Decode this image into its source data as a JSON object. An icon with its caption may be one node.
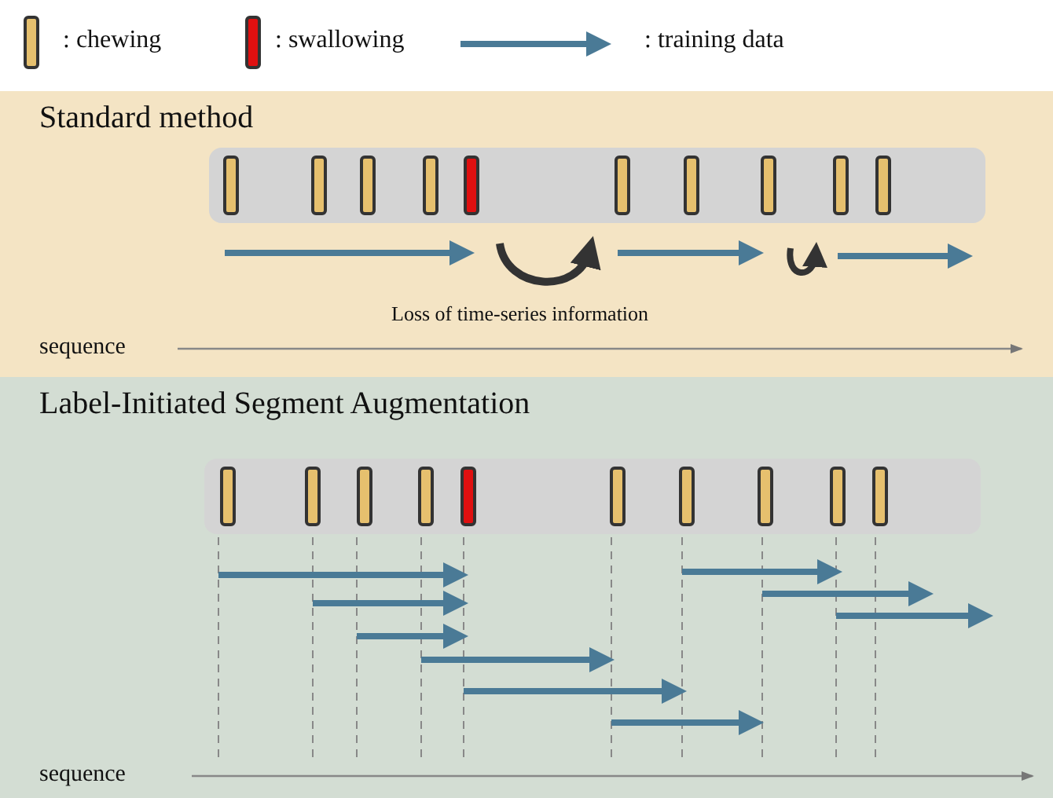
{
  "diagram": {
    "nodes": [
      {
        "text": [
          "Standard method"
        ]
      },
      {
        "text": [
          "Label-Initiated Segment Augmentation"
        ]
      }
    ],
    "labels": [
      "Loss of time-series information",
      "sequence",
      "sequence"
    ],
    "legend": [
      {
        "text": ": chewing"
      },
      {
        "text": ": swallowing"
      },
      {
        "text": ": training data"
      }
    ]
  }
}
